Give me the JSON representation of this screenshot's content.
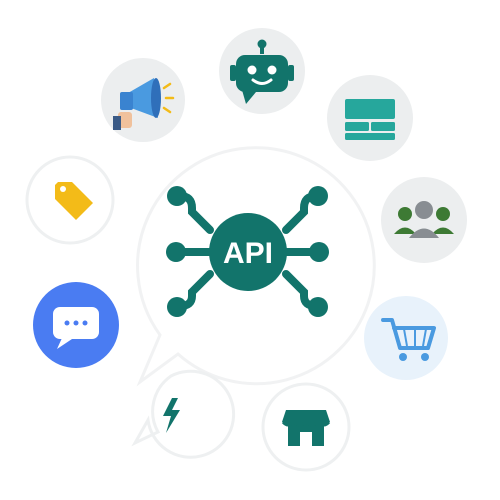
{
  "center": {
    "label": "API",
    "icon": "api-network-icon",
    "color": "#12746b"
  },
  "colors": {
    "teal": "#12746b",
    "teal_light": "#26a79c",
    "chat_blue": "#4a7cf2",
    "tag_yellow": "#f3bb18",
    "circle_grey": "#eceeef",
    "cart_blue": "#4a9ae0"
  },
  "satellites": [
    {
      "id": "bot",
      "icon": "chatbot-icon"
    },
    {
      "id": "announce",
      "icon": "megaphone-icon"
    },
    {
      "id": "layout",
      "icon": "layout-grid-icon"
    },
    {
      "id": "tag",
      "icon": "price-tag-icon"
    },
    {
      "id": "users",
      "icon": "users-group-icon"
    },
    {
      "id": "chat",
      "icon": "chat-bubble-icon"
    },
    {
      "id": "cart",
      "icon": "shopping-cart-icon"
    },
    {
      "id": "flash",
      "icon": "lightning-icon"
    },
    {
      "id": "store",
      "icon": "storefront-icon"
    }
  ]
}
